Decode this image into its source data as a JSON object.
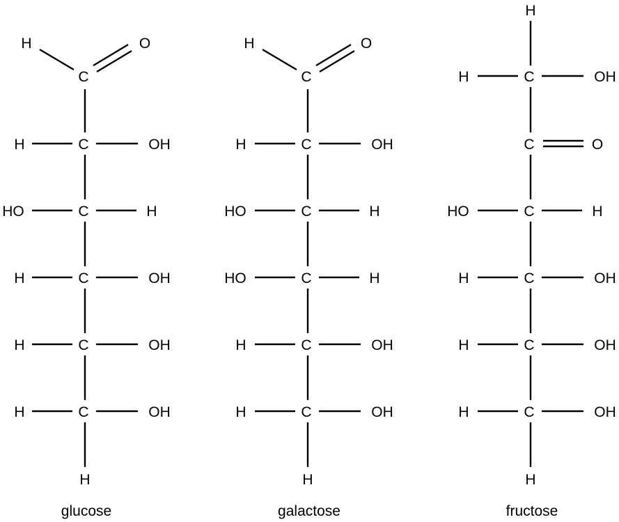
{
  "molecules": [
    {
      "name": "glucose",
      "top": {
        "type": "aldehyde",
        "h": "H",
        "o": "O",
        "c": "C"
      },
      "rows": [
        {
          "left": "H",
          "c": "C",
          "right": "OH"
        },
        {
          "left": "HO",
          "c": "C",
          "right": "H"
        },
        {
          "left": "H",
          "c": "C",
          "right": "OH"
        },
        {
          "left": "H",
          "c": "C",
          "right": "OH"
        },
        {
          "left": "H",
          "c": "C",
          "right": "OH"
        }
      ],
      "bottom": "H"
    },
    {
      "name": "galactose",
      "top": {
        "type": "aldehyde",
        "h": "H",
        "o": "O",
        "c": "C"
      },
      "rows": [
        {
          "left": "H",
          "c": "C",
          "right": "OH"
        },
        {
          "left": "HO",
          "c": "C",
          "right": "H"
        },
        {
          "left": "HO",
          "c": "C",
          "right": "H"
        },
        {
          "left": "H",
          "c": "C",
          "right": "OH"
        },
        {
          "left": "H",
          "c": "C",
          "right": "OH"
        }
      ],
      "bottom": "H"
    },
    {
      "name": "fructose",
      "top": {
        "type": "ketose",
        "h_top": "H",
        "c": "C",
        "left": "H",
        "right": "OH",
        "ketone_c": "C",
        "ketone_o": "O"
      },
      "rows": [
        {
          "left": "HO",
          "c": "C",
          "right": "H"
        },
        {
          "left": "H",
          "c": "C",
          "right": "OH"
        },
        {
          "left": "H",
          "c": "C",
          "right": "OH"
        },
        {
          "left": "H",
          "c": "C",
          "right": "OH"
        }
      ],
      "bottom": "H"
    }
  ]
}
